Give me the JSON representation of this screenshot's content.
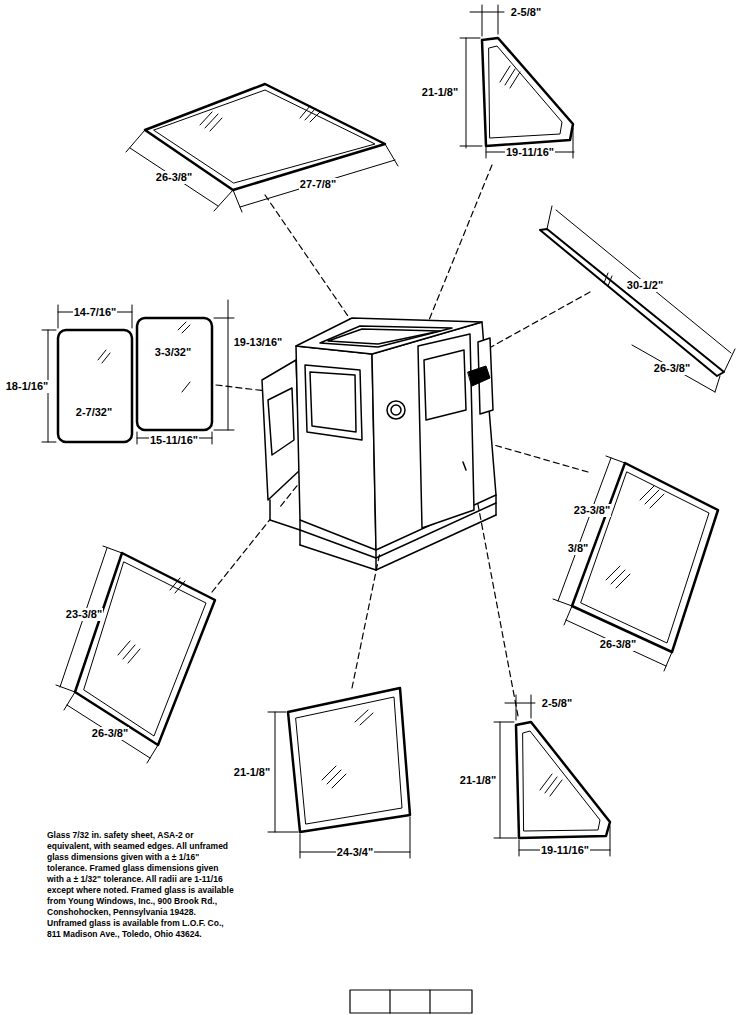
{
  "diagram": {
    "labels": [
      "2-5/8\"",
      "21-1/8\"",
      "19-11/16\"",
      "26-3/8\"",
      "27-7/8\"",
      "14-7/16\"",
      "19-13/16\"",
      "18-1/16\"",
      "3-3/32\"",
      "2-7/32\"",
      "15-11/16\"",
      "30-1/2\"",
      "26-3/8\"",
      "23-3/8\"",
      "3/8\"",
      "26-3/8\"",
      "23-3/8\"",
      "26-3/8\"",
      "2-5/8\"",
      "21-1/8\"",
      "21-1/8\"",
      "24-3/4\"",
      "19-11/16\"",
      "Glass 7/32 in. safety sheet, ASA-2 or equivalent, with seamed edges. All unframed glass dimensions given with a ± 1/16\" tolerance. Framed glass dimensions given with a ± 1/32\" tolerance. All radii are 1-11/16 except where noted. Framed glass is available from Young Windows, Inc., 900 Brook Rd., Conshohocken, Pennsylvania 19428. Unframed glass is available from L.O.F. Co., 811 Madison Ave., Toledo, Ohio 43624."
    ]
  }
}
